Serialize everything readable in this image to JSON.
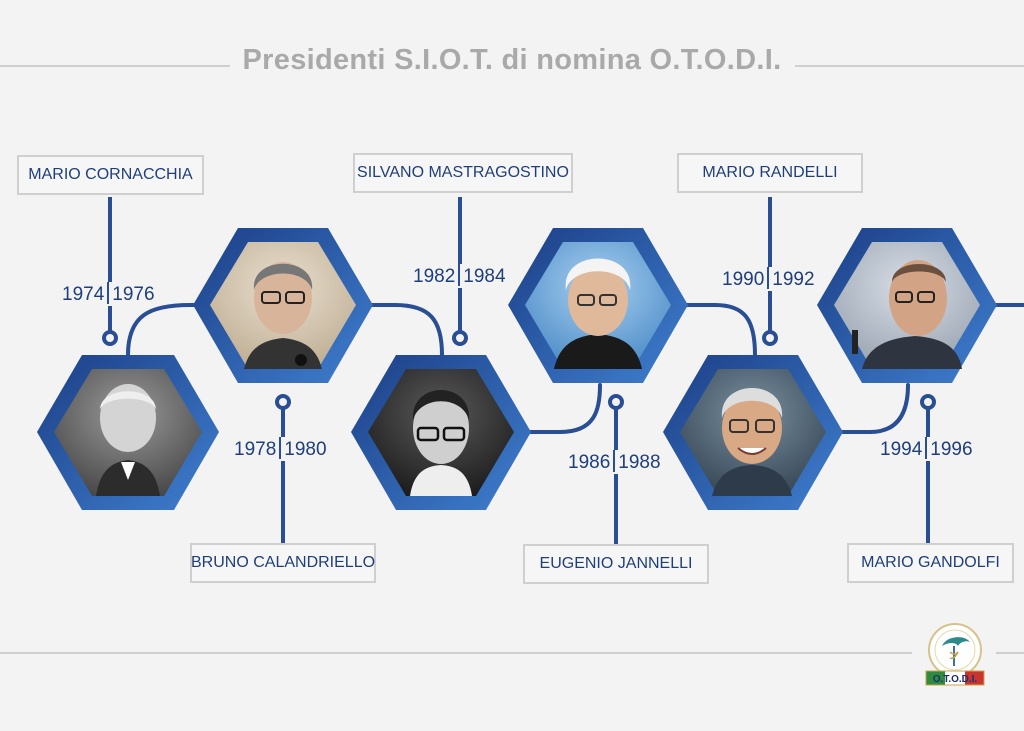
{
  "title": "Presidenti S.I.O.T. di nomina O.T.O.D.I.",
  "colors": {
    "accent": "#2a4e93",
    "hex_outer": "#1f4a8f",
    "hex_inner": "#3a73c0",
    "rule": "#cfcfcf",
    "title": "#a9a9a9"
  },
  "presidents": [
    {
      "name": "MARIO CORNACCHIA",
      "from": "1974",
      "to": "1976"
    },
    {
      "name": "BRUNO CALANDRIELLO",
      "from": "1978",
      "to": "1980"
    },
    {
      "name": "SILVANO MASTRAGOSTINO",
      "from": "1982",
      "to": "1984"
    },
    {
      "name": "EUGENIO JANNELLI",
      "from": "1986",
      "to": "1988"
    },
    {
      "name": "MARIO RANDELLI",
      "from": "1990",
      "to": "1992"
    },
    {
      "name": "MARIO GANDOLFI",
      "from": "1994",
      "to": "1996"
    }
  ],
  "logo": {
    "text": "O.T.O.D.I."
  }
}
